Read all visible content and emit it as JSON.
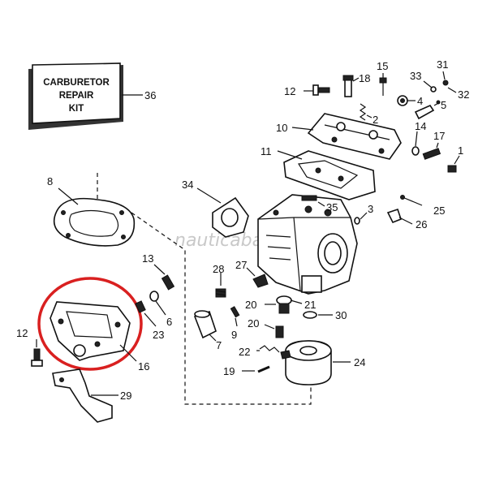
{
  "kit_box": {
    "line1": "CARBURETOR",
    "line2": "REPAIR",
    "line3": "KIT",
    "number": "36"
  },
  "watermark": "nauticabatauto.it",
  "highlight_color": "#d92020",
  "callouts": {
    "c1": "1",
    "c2": "2",
    "c3": "3",
    "c4": "4",
    "c5": "5",
    "c6": "6",
    "c7": "7",
    "c8": "8",
    "c9": "9",
    "c10": "10",
    "c11": "11",
    "c12a": "12",
    "c12b": "12",
    "c13": "13",
    "c14": "14",
    "c15": "15",
    "c16": "16",
    "c17": "17",
    "c18": "18",
    "c19": "19",
    "c20a": "20",
    "c20b": "20",
    "c21": "21",
    "c22": "22",
    "c23": "23",
    "c24": "24",
    "c25": "25",
    "c26": "26",
    "c27": "27",
    "c28": "28",
    "c29": "29",
    "c30": "30",
    "c31": "31",
    "c32": "32",
    "c33": "33",
    "c34": "34",
    "c35": "35"
  }
}
